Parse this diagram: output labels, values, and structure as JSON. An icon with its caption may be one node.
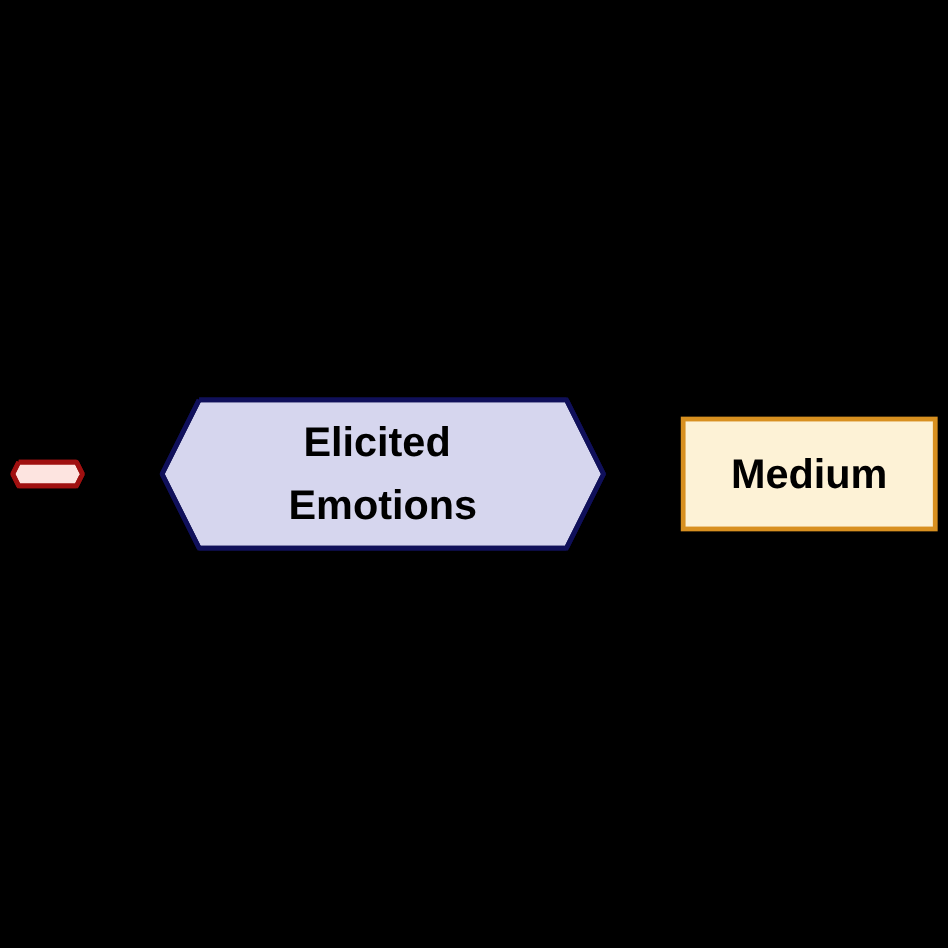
{
  "diagram": {
    "nodes": [
      {
        "text": [],
        "shape": "hexagon"
      },
      {
        "text": [
          "Elicited Emotions"
        ]
      },
      {
        "text": [
          "Medium"
        ]
      }
    ]
  }
}
